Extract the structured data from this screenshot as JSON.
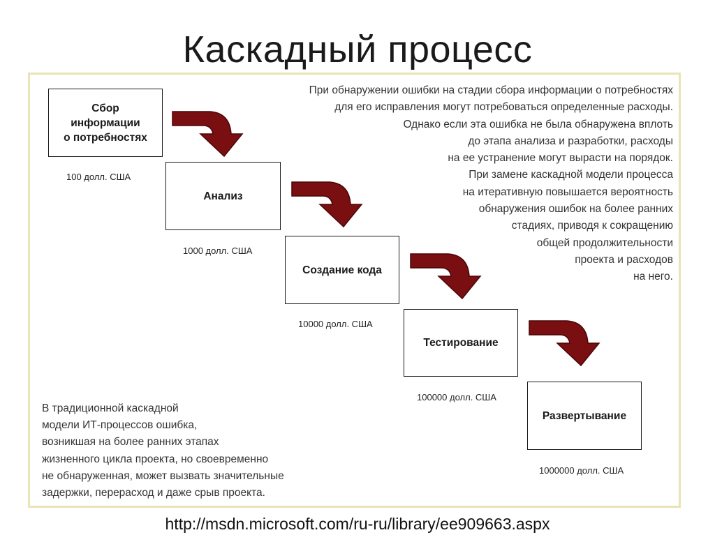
{
  "title": "Каскадный процесс",
  "stages": [
    {
      "label": "Сбор\nинформации\nо потребностях",
      "cost": "100 долл. США"
    },
    {
      "label": "Анализ",
      "cost": "1000 долл. США"
    },
    {
      "label": "Создание кода",
      "cost": "10000 долл. США"
    },
    {
      "label": "Тестирование",
      "cost": "100000 долл. США"
    },
    {
      "label": "Развертывание",
      "cost": "1000000 долл. США"
    }
  ],
  "note_right": "При обнаружении ошибки на стадии сбора информации о потребностях\nдля его исправления могут потребоваться определенные расходы.\nОднако если эта ошибка не была обнаружена вплоть\nдо этапа анализа и разработки, расходы\nна ее устранение могут вырасти на порядок.\nПри замене каскадной модели процесса\nна итеративную повышается вероятность\nобнаружения ошибок на более ранних\nстадиях, приводя к сокращению\nобщей продолжительности\nпроекта и расходов\nна него.",
  "note_left": "В традиционной каскадной\nмодели ИТ-процессов ошибка,\nвозникшая на более ранних этапах\nжизненного цикла проекта, но своевременно\nне обнаруженная, может вызвать значительные\nзадержки, перерасход и даже срыв проекта.",
  "url": "http://msdn.microsoft.com/ru-ru/library/ee909663.aspx",
  "colors": {
    "arrow": "#7a0f12",
    "arrow_edge": "#4a0507",
    "frame_border": "#e9e4b4"
  }
}
